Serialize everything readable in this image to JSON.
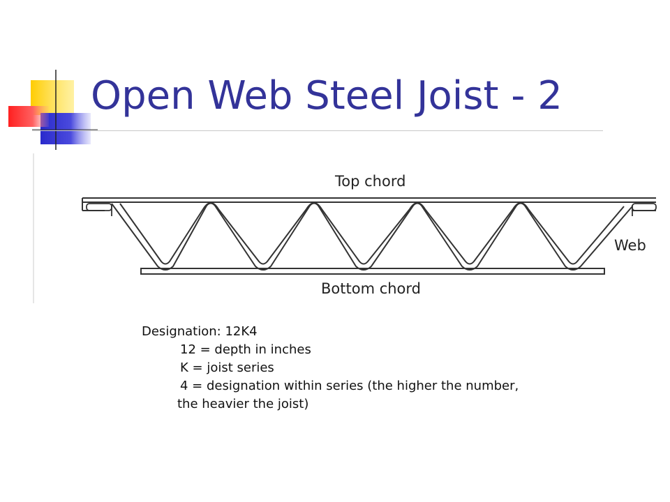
{
  "slide": {
    "title": "Open Web Steel Joist - 2"
  },
  "diagram": {
    "labels": {
      "top_chord": "Top chord",
      "web": "Web",
      "bottom_chord": "Bottom chord"
    }
  },
  "description": {
    "heading": "Designation: 12K4",
    "lines": [
      "12 = depth in inches",
      "K = joist series",
      "4 = designation within series (the higher the number, the heavier the joist)"
    ]
  },
  "colors": {
    "title": "#333399",
    "accent_yellow": "#ffd700",
    "accent_blue": "#3333cc",
    "accent_red": "#ff4444"
  }
}
